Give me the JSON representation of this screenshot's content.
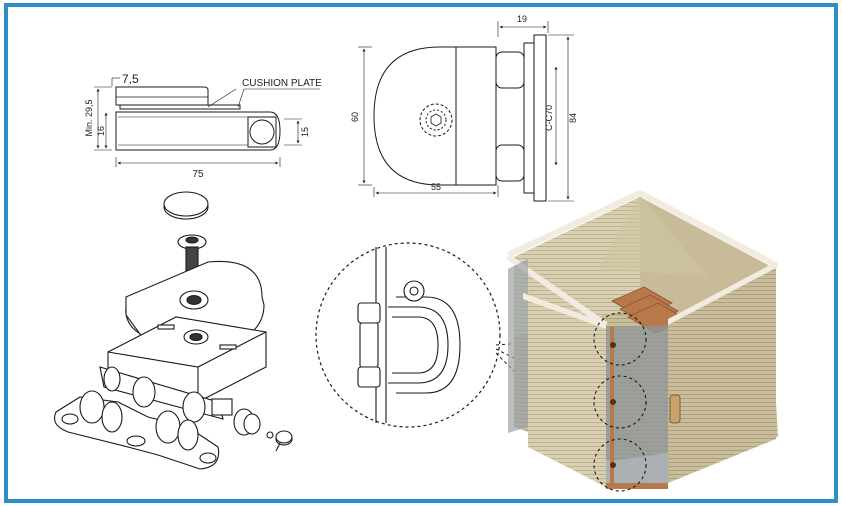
{
  "side_view": {
    "width_label": "75",
    "height_label": "Min. 29,5",
    "left_height_label": "16",
    "right_height_label": "15",
    "top_offset_label": "7,5",
    "cushion_label": "CUSHION PLATE"
  },
  "front_view": {
    "top_label": "19",
    "left_label": "60",
    "bottom_label": "55",
    "c_c_label": "C-C70",
    "height_label": "84"
  },
  "colors": {
    "frame": "#2d8ec8",
    "line": "#1a1a1a",
    "wall": "#d8ceb0",
    "wood": "#b9784a",
    "glass": "#9aa3a8"
  }
}
